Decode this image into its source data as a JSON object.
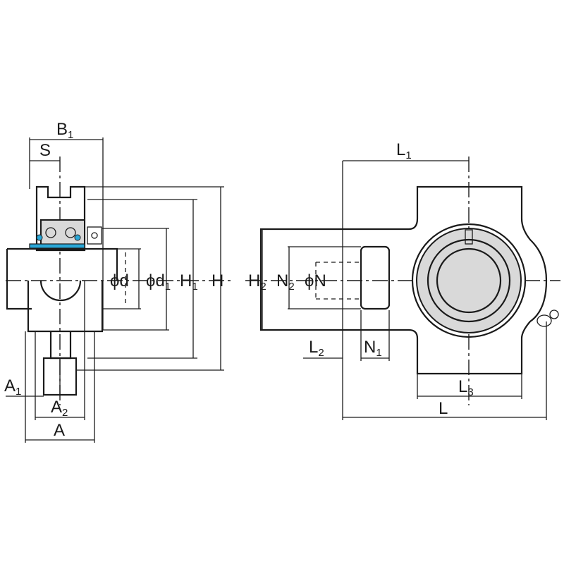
{
  "labels": {
    "B1": {
      "main": "B",
      "sub": "1"
    },
    "S": {
      "main": "S",
      "sub": ""
    },
    "phid": {
      "main": "ϕd",
      "sub": ""
    },
    "phid1": {
      "main": "ϕd",
      "sub": "1"
    },
    "H1": {
      "main": "H",
      "sub": "1"
    },
    "H": {
      "main": "H",
      "sub": ""
    },
    "A1": {
      "main": "A",
      "sub": "1"
    },
    "A2": {
      "main": "A",
      "sub": "2"
    },
    "A": {
      "main": "A",
      "sub": ""
    },
    "L1": {
      "main": "L",
      "sub": "1"
    },
    "H2": {
      "main": "H",
      "sub": "2"
    },
    "N2": {
      "main": "N",
      "sub": "2"
    },
    "phiN": {
      "main": "ϕN",
      "sub": ""
    },
    "L2": {
      "main": "L",
      "sub": "2"
    },
    "N1": {
      "main": "N",
      "sub": "1"
    },
    "L3": {
      "main": "L",
      "sub": "3"
    },
    "L": {
      "main": "L",
      "sub": ""
    }
  },
  "colors": {
    "line": "#1a1a1a",
    "seal_accent": "#2aa8d8",
    "bearing_shade": "#d9d9d9"
  }
}
